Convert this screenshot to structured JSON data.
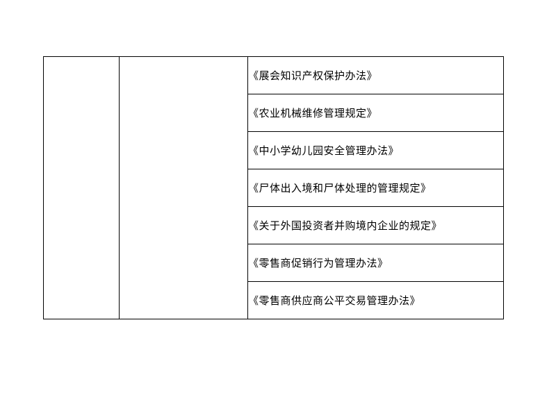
{
  "table": {
    "regulations": [
      "《展会知识产权保护办法》",
      "《农业机械维修管理规定》",
      "《中小学幼儿园安全管理办法》",
      "《尸体出入境和尸体处理的管理规定》",
      "《关于外国投资者并购境内企业的规定》",
      "《零售商促销行为管理办法》",
      "《零售商供应商公平交易管理办法》"
    ]
  }
}
